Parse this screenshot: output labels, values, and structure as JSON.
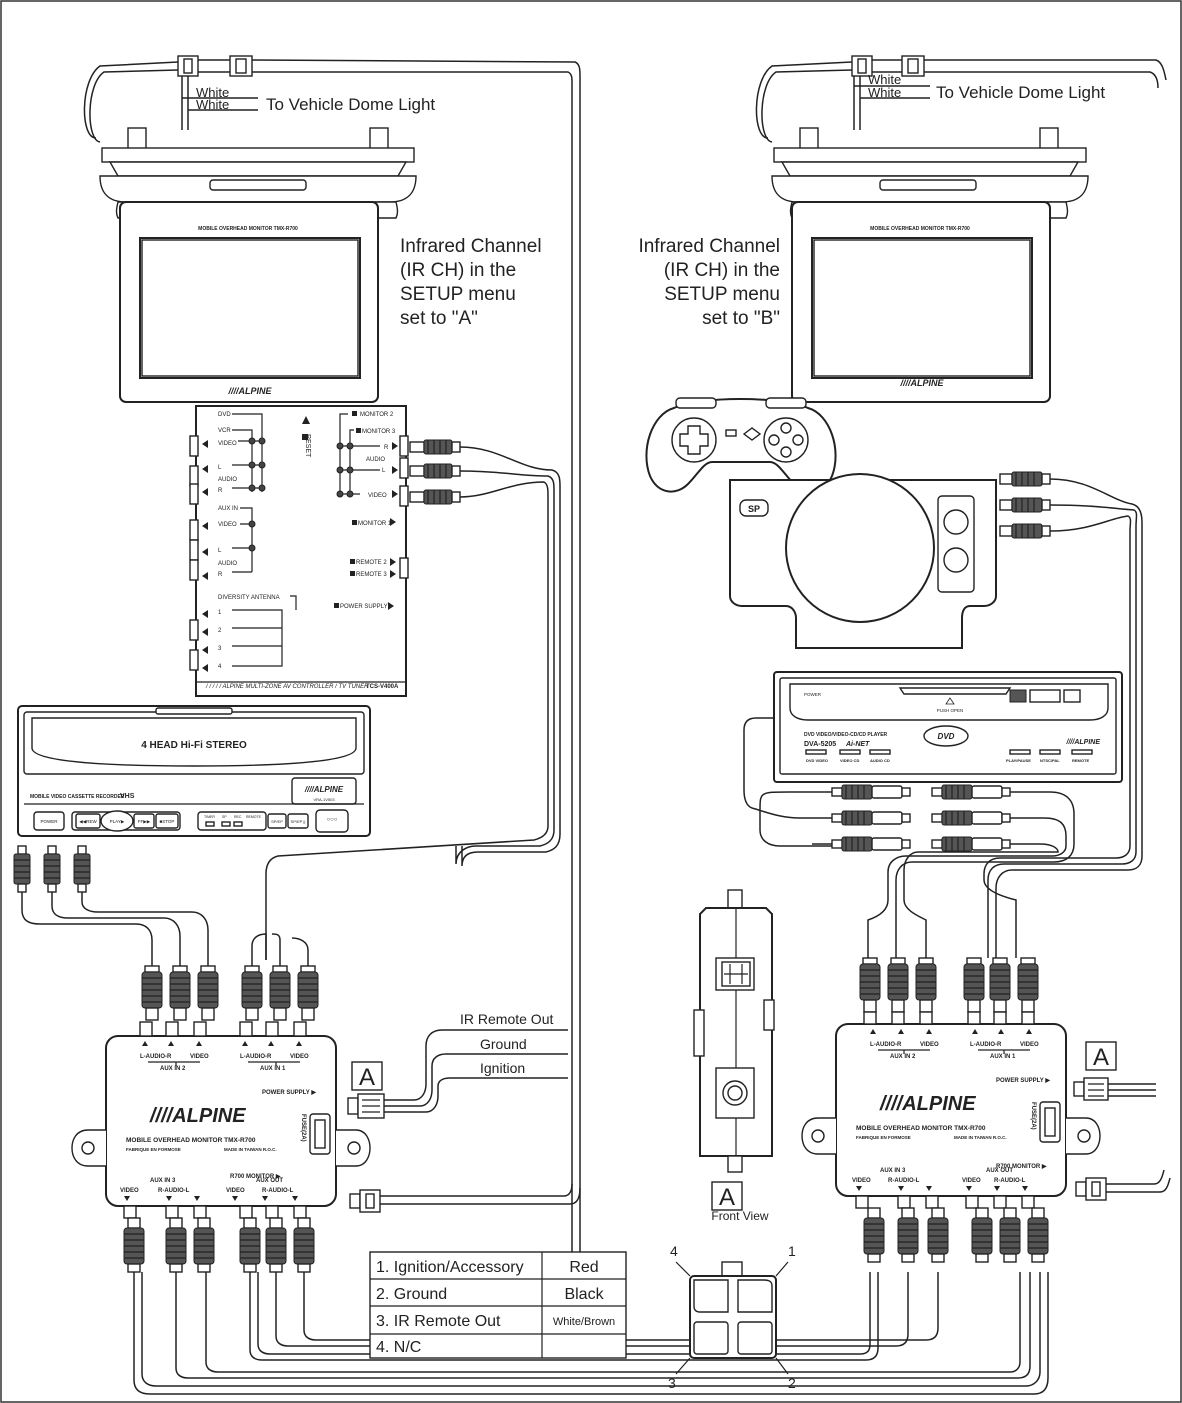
{
  "left_system": {
    "dome_wire_1": "White",
    "dome_wire_2": "White",
    "dome_label": "To Vehicle Dome Light",
    "ir_note": [
      "Infrared Channel",
      "(IR CH) in the",
      "SETUP menu",
      "set to \"A\""
    ],
    "monitor_brand": "////ALPINE",
    "monitor_small_label": "MOBILE OVERHEAD MONITOR TMX-R700",
    "controller": {
      "left_labels": [
        "DVD",
        "VCR",
        "VIDEO",
        "L",
        "AUDIO",
        "R",
        "AUX IN",
        "VIDEO",
        "L",
        "AUDIO",
        "R",
        "DIVERSITY ANTENNA",
        "1",
        "2",
        "3",
        "4"
      ],
      "right_labels": [
        "MONITOR 2",
        "MONITOR 3",
        "R",
        "AUDIO",
        "L",
        "VIDEO",
        "MONITOR 1",
        "REMOTE 2",
        "REMOTE 3",
        "POWER SUPPLY"
      ],
      "reset": "RESET",
      "footer": "/ / / / / ALPINE MULTI-ZONE AV CONTROLLER / TV TUNER",
      "model": "TCS-V400A"
    },
    "vcr": {
      "title": "4 HEAD Hi-Fi STEREO",
      "sub": "MOBILE VIDEO CASSETTE RECORDER",
      "vhs": "VHS",
      "brand": "////ALPINE",
      "model": "VRA-1V503",
      "buttons": [
        "POWER",
        "◀◀REW",
        "PLAY▶",
        "FF▶▶",
        "■STOP"
      ],
      "indicators": [
        "TIMER",
        "SP",
        "REC",
        "REMOTE"
      ],
      "buttons_right": [
        "SP/EP",
        "SP/EP ||"
      ]
    },
    "ir_remote_out": "IR Remote Out",
    "ground": "Ground",
    "ignition": "Ignition",
    "connector_tag": "A"
  },
  "box_labels": {
    "top_in": [
      "L-AUDIO-R",
      "VIDEO",
      "L-AUDIO-R",
      "VIDEO"
    ],
    "aux_in_2": "AUX IN 2",
    "aux_in_1": "AUX IN 1",
    "power_supply": "POWER SUPPLY ▶",
    "brand": "////ALPINE",
    "model_line": "MOBILE OVERHEAD MONITOR TMX-R700",
    "made_fr": "FABRIQUE EN FORMOSE",
    "made_en": "MADE IN TAIWAN R.O.C.",
    "fuse": "FUSE(2A)",
    "r700": "R700 MONITOR ▶",
    "aux_in_3": "AUX IN 3",
    "aux_out": "AUX OUT",
    "bottom": [
      "VIDEO",
      "R-AUDIO-L",
      "VIDEO",
      "R-AUDIO-L"
    ]
  },
  "right_system": {
    "dome_wire_1": "White",
    "dome_wire_2": "White",
    "dome_label": "To Vehicle Dome Light",
    "ir_note": [
      "Infrared Channel",
      "(IR CH) in the",
      "SETUP menu",
      "set to \"B\""
    ],
    "monitor_brand": "////ALPINE",
    "monitor_small_label": "MOBILE OVERHEAD MONITOR TMX-R700",
    "dvd": {
      "power": "POWER",
      "push": "PUSH OPEN",
      "model_line": "DVD VIDEO/VIDEO-CD/CD PLAYER",
      "model": "DVA-5205",
      "ainet": "Ai-NET",
      "buttons": [
        "DVD VIDEO",
        "VIDEO CD",
        "AUDIO CD",
        "PLAY/PAUSE",
        "NTSC/PAL",
        "REMOTE"
      ],
      "brand": "////ALPINE",
      "dvd_logo": "DVD"
    },
    "connector_tag": "A"
  },
  "front_view": {
    "tag": "A",
    "caption": "Front View",
    "pins": [
      "1",
      "2",
      "3",
      "4"
    ]
  },
  "pin_table": [
    {
      "pin": "1. Ignition/Accessory",
      "color": "Red"
    },
    {
      "pin": "2. Ground",
      "color": "Black"
    },
    {
      "pin": "3. IR Remote Out",
      "color": "White/Brown"
    },
    {
      "pin": "4. N/C",
      "color": ""
    }
  ]
}
